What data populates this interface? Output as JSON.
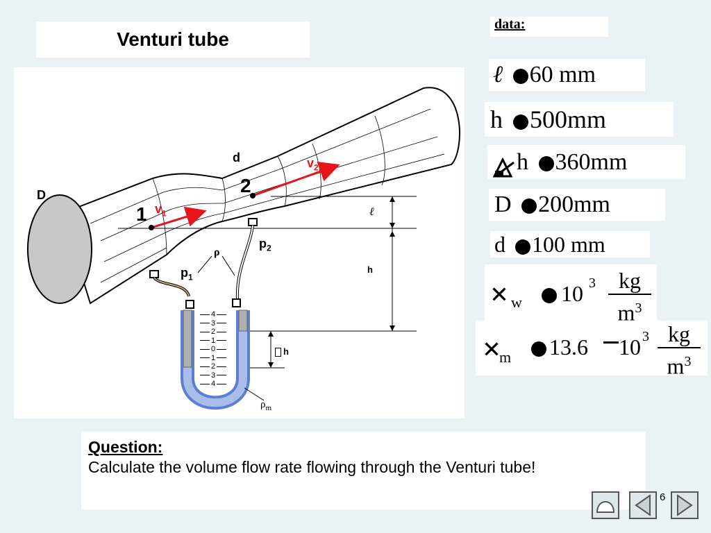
{
  "title": "Venturi tube",
  "data_header": "data:",
  "given": {
    "l": {
      "symbol": "ℓ",
      "value": "60 mm"
    },
    "h": {
      "symbol": "h",
      "value": "500mm"
    },
    "dh": {
      "symbol": "h",
      "value": "360mm"
    },
    "D": {
      "symbol": "D",
      "value": "200mm"
    },
    "d": {
      "symbol": "d",
      "value": "100 mm"
    },
    "rho_w": {
      "symbol": "×",
      "sub": "w",
      "mantissa": "10",
      "exp": "3",
      "unit_num": "kg",
      "unit_den": "m",
      "unit_exp": "3"
    },
    "rho_m": {
      "symbol": "×",
      "sub": "m",
      "mantissa": "13.6",
      "base": "10",
      "exp": "3",
      "unit_num": "kg",
      "unit_den": "m",
      "unit_exp": "3"
    }
  },
  "diagram": {
    "label_D": "D",
    "label_d": "d",
    "label_1": "1",
    "label_2": "2",
    "label_v1": "v",
    "label_v1_sub": "1",
    "label_v2": "v",
    "label_v2_sub": "2",
    "label_l": "ℓ",
    "label_h": "h",
    "label_p1": "p",
    "label_p1_sub": "1",
    "label_p2": "p",
    "label_p2_sub": "2",
    "label_rho": "ρ",
    "label_rhom": "ρ",
    "label_rhom_sub": "m",
    "label_dh": "h",
    "scale_left": [
      "4",
      "3",
      "2",
      "1",
      "0",
      "1",
      "2",
      "3",
      "4"
    ]
  },
  "question": {
    "label": "Question:",
    "text": "Calculate the volume flow rate flowing through the Venturi tube!"
  },
  "page_number": "6",
  "colors": {
    "arrow": "#e8141b",
    "manometer_fluid": "#5b7fd4",
    "tube_fill": "#ffffff",
    "end_cap": "#c8c8c8"
  }
}
